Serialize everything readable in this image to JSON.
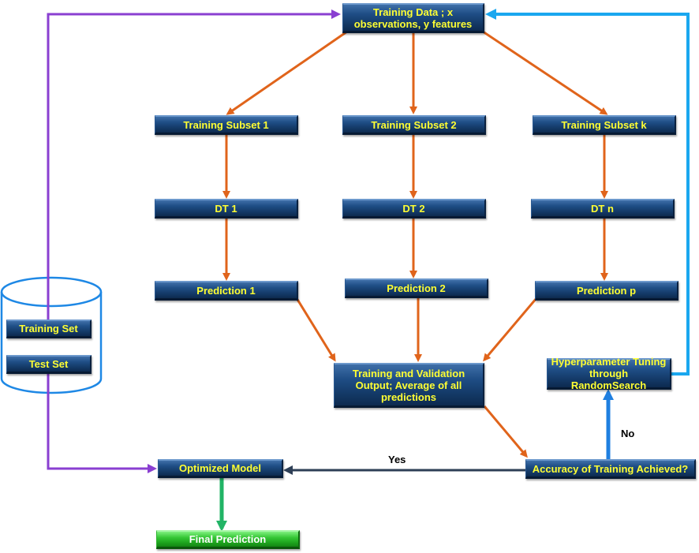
{
  "nodes": {
    "training_data": "Training Data ; x\nobservations, y features",
    "subset_1": "Training Subset 1",
    "subset_2": "Training Subset 2",
    "subset_k": "Training Subset k",
    "dt_1": "DT 1",
    "dt_2": "DT 2",
    "dt_n": "DT n",
    "prediction_1": "Prediction 1",
    "prediction_2": "Prediction 2",
    "prediction_p": "Prediction p",
    "output": "Training and Validation\nOutput; Average of all\npredictions",
    "hyperparameter": "Hyperparameter Tuning\nthrough RandomSearch",
    "accuracy": "Accuracy of Training Achieved?",
    "optimized_model": "Optimized Model",
    "final_prediction": "Final Prediction",
    "training_set": "Training Set",
    "test_set": "Test Set"
  },
  "edge_labels": {
    "yes": "Yes",
    "no": "No"
  },
  "colors": {
    "orange_arrow": "#e0641b",
    "purple_line": "#8a3fd1",
    "cyan_line": "#1aa7ef",
    "blue_arrow": "#1f7fe0",
    "dark_arrow": "#2e3f56",
    "green_arrow": "#22b466",
    "database_outline": "#1e88e5"
  }
}
